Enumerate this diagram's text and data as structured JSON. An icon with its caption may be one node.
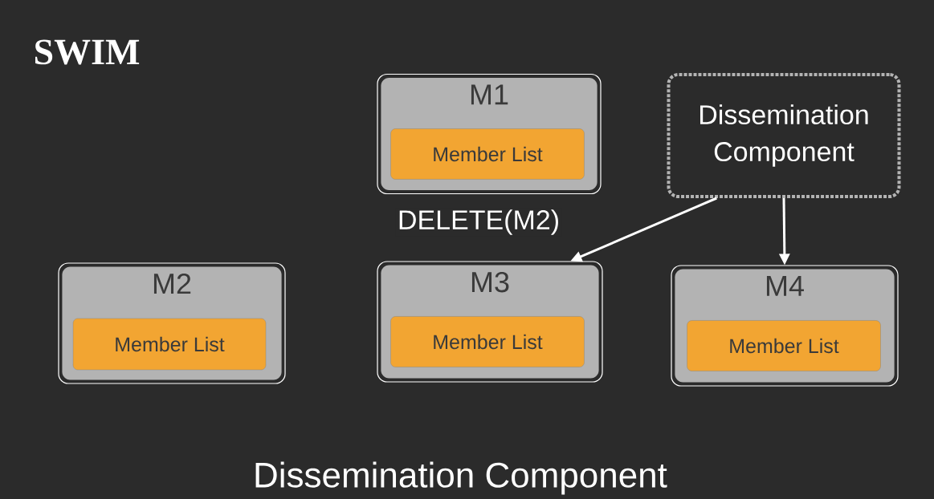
{
  "diagram": {
    "title": "SWIM",
    "caption": "Dissemination Component",
    "nodes": [
      {
        "text": [
          "M1"
        ]
      },
      {
        "text": [
          "Member List"
        ],
        "in": 0
      },
      {
        "text": [
          "Dissemination Component"
        ]
      },
      {
        "text": [
          "M2"
        ]
      },
      {
        "text": [
          "Member List"
        ],
        "in": 3
      },
      {
        "text": [
          "M3"
        ]
      },
      {
        "text": [
          "Member List"
        ],
        "in": 5
      },
      {
        "text": [
          "M4"
        ]
      },
      {
        "text": [
          "Member List"
        ],
        "in": 7
      }
    ],
    "edges": [
      {
        "from": 2,
        "to": 5,
        "arrow": "to",
        "label": "DELETE(M2)"
      },
      {
        "from": 2,
        "to": 7,
        "arrow": "to"
      }
    ]
  }
}
